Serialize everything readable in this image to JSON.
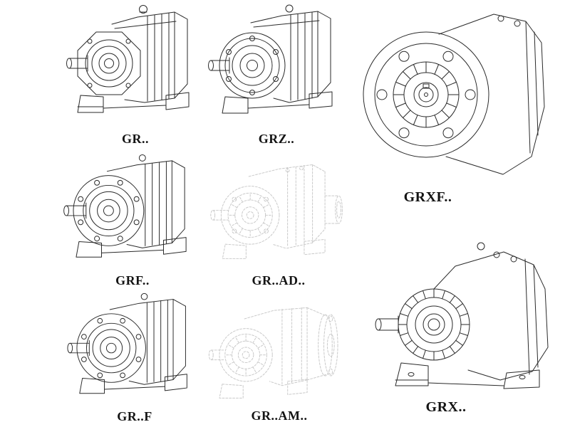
{
  "page": {
    "background": "#ffffff",
    "line_color": "#2a2a2a",
    "phantom_color": "#c9c9c9",
    "text_color": "#141414"
  },
  "catalog": {
    "items": [
      {
        "id": "gr",
        "label": "GR..",
        "style": "solid"
      },
      {
        "id": "grz",
        "label": "GRZ..",
        "style": "solid"
      },
      {
        "id": "grxf",
        "label": "GRXF..",
        "style": "solid"
      },
      {
        "id": "grf",
        "label": "GRF..",
        "style": "solid"
      },
      {
        "id": "gr-ad",
        "label": "GR..AD..",
        "style": "phantom"
      },
      {
        "id": "gr-f",
        "label": "GR..F",
        "style": "solid"
      },
      {
        "id": "gr-am",
        "label": "GR..AM..",
        "style": "phantom"
      },
      {
        "id": "grx",
        "label": "GRX..",
        "style": "solid"
      }
    ]
  }
}
